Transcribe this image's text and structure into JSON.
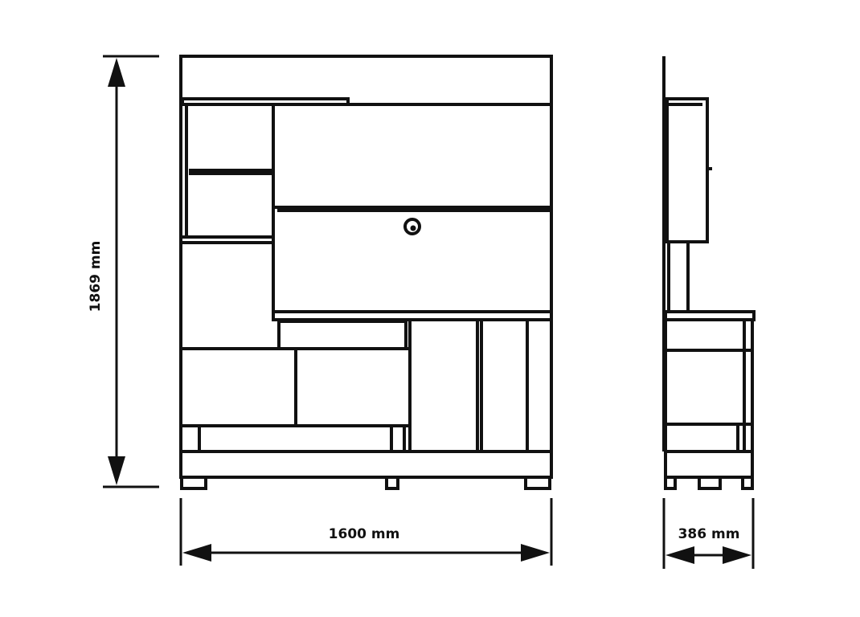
{
  "dimensions": {
    "height_label": "1869 mm",
    "width_label": "1600 mm",
    "depth_label": "386 mm"
  },
  "colors": {
    "line": "#111111",
    "background": "#ffffff"
  }
}
